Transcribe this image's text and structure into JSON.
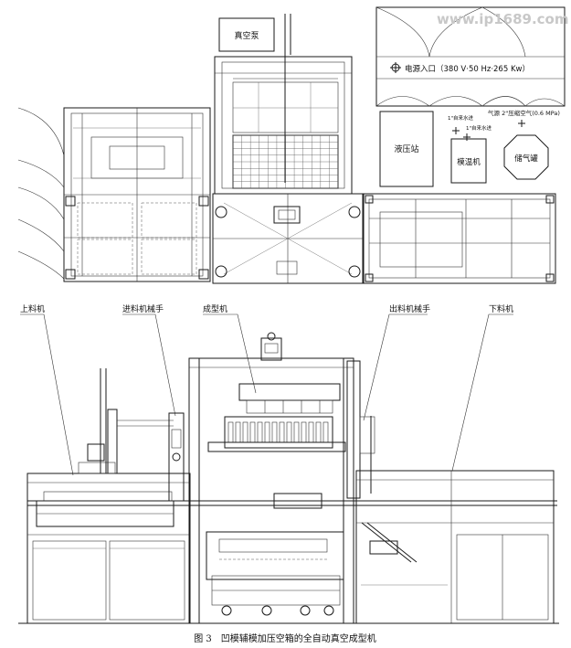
{
  "watermark": "www.ip1689.com",
  "top_view": {
    "vacuum_pump": "真空泵",
    "power_inlet": "电源入口（380 V·50 Hz·265 Kw）",
    "cooling_water_1": "1\"自来水进",
    "cooling_water_2": "1\"自来水进",
    "air_source": "气源 2\"压缩空气(0.6 MPa)",
    "hydraulic_station": "液压站",
    "mold_temp_machine": "模温机",
    "air_tank": "储气罐"
  },
  "front_view": {
    "loader": "上料机",
    "feed_manipulator": "进料机械手",
    "forming_machine": "成型机",
    "discharge_manipulator": "出料机械手",
    "unloader": "下料机"
  },
  "caption": "图 3　凹模辅模加压空箱的全自动真空成型机"
}
